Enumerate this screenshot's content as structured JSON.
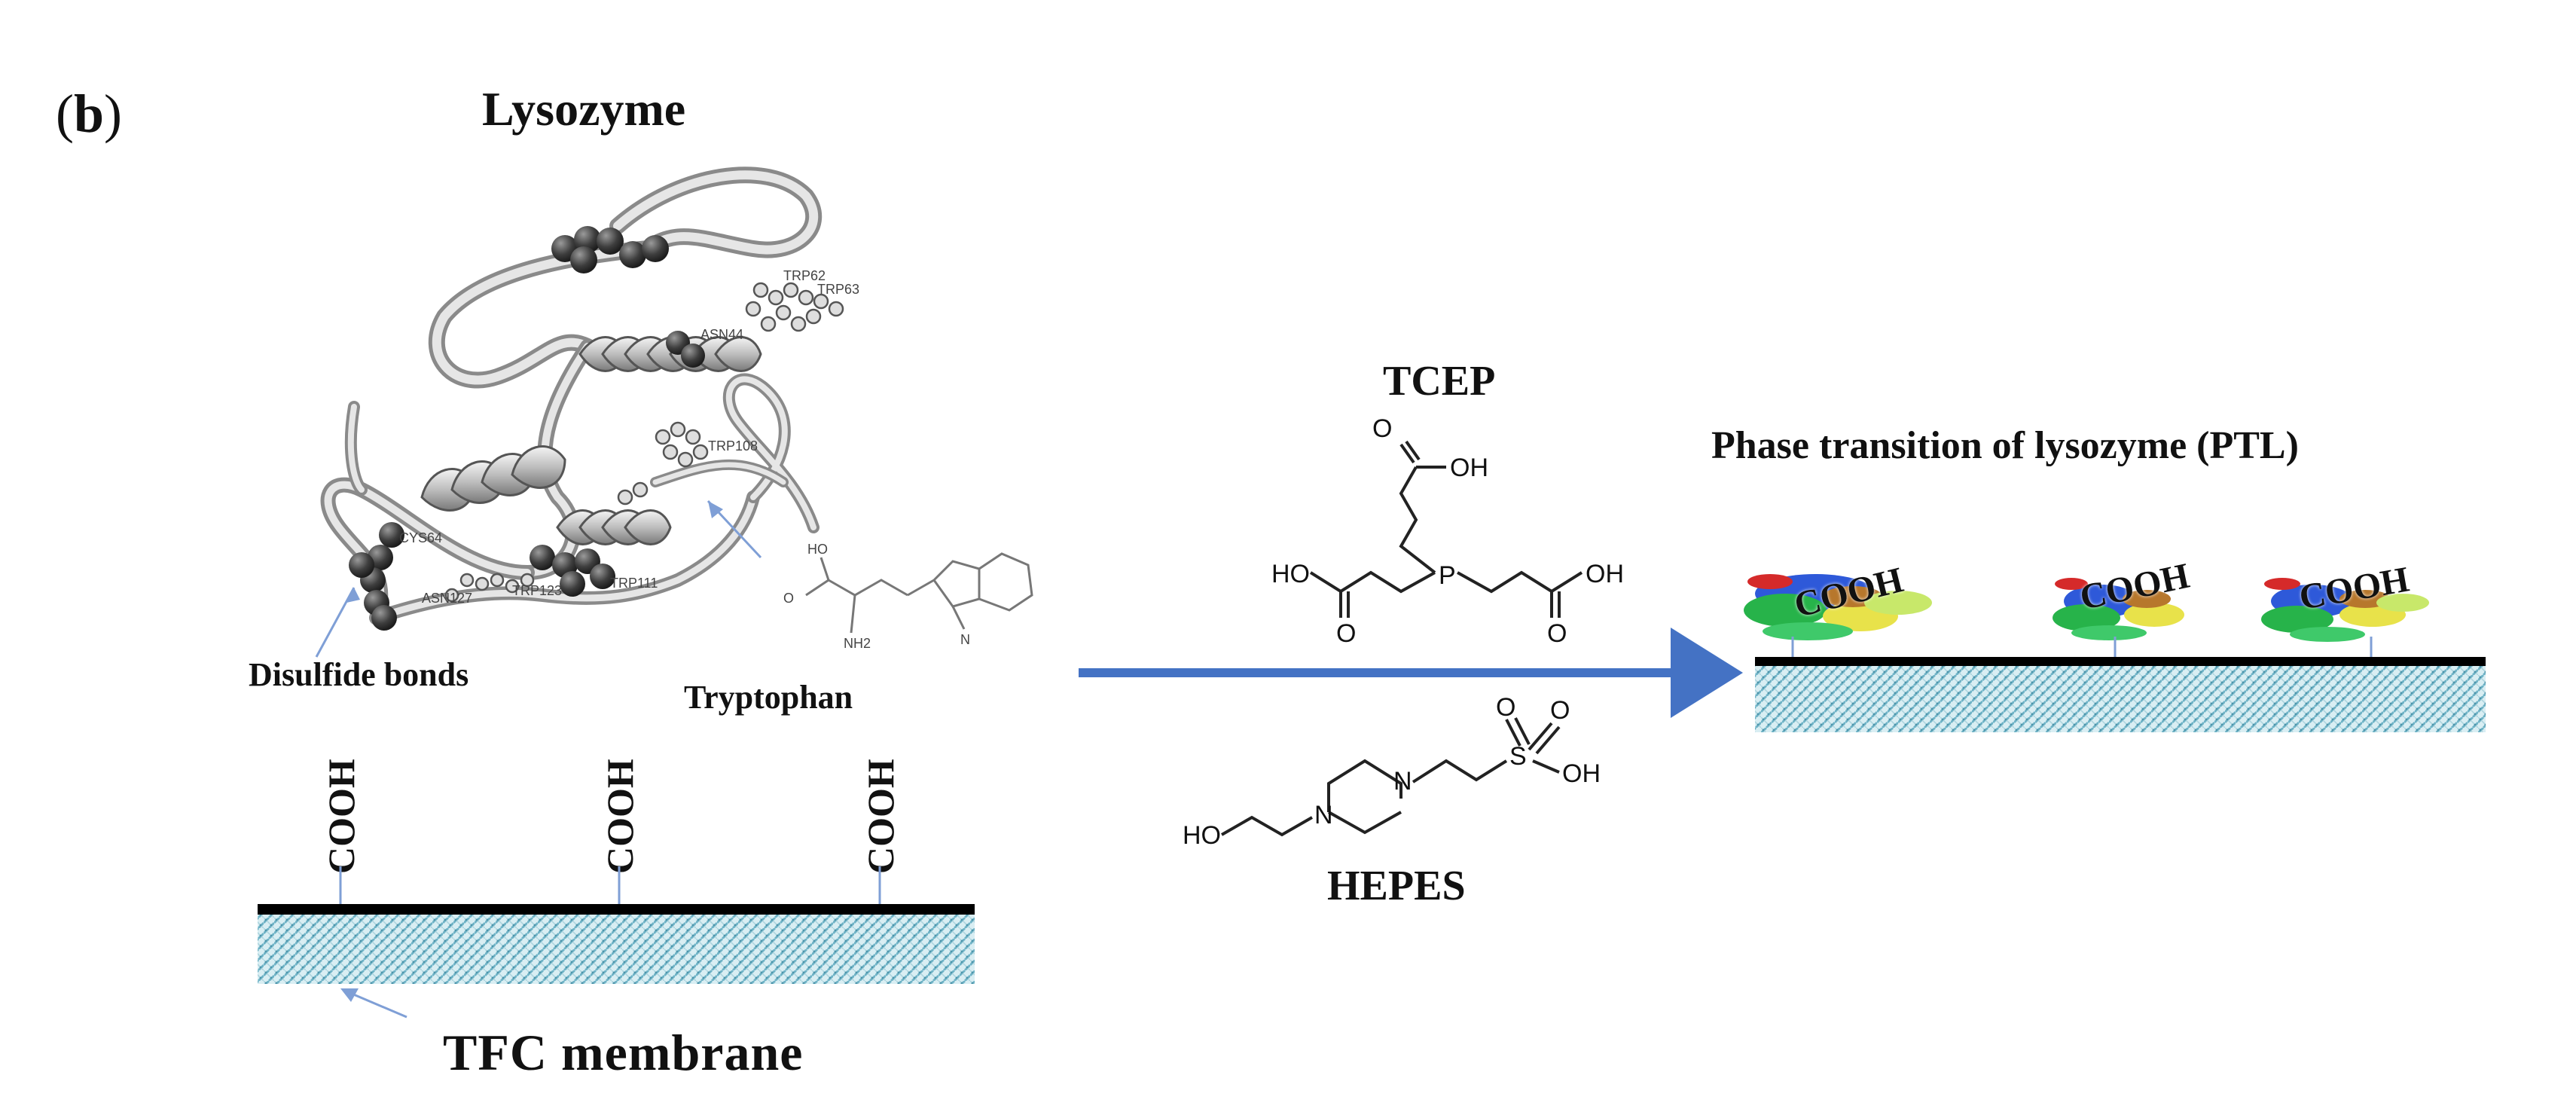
{
  "panel_label": {
    "open": "(",
    "letter": "b",
    "close": ")"
  },
  "lysozyme": {
    "title": "Lysozyme",
    "residue_labels": [
      "TRP62",
      "TRP63",
      "ASN44",
      "TRP108",
      "TRP123",
      "TRP111",
      "CYS64",
      "ASN127"
    ],
    "disulfide_label": "Disulfide bonds",
    "tryptophan_label": "Tryptophan"
  },
  "membrane": {
    "label": "TFC membrane",
    "group_labels": [
      "COOH",
      "COOH",
      "COOH"
    ],
    "color_top": "#000000",
    "pattern_color": "#8fc7d6"
  },
  "reagents": {
    "tcep": {
      "name": "TCEP",
      "atoms": [
        "OH",
        "HO",
        "OH",
        "P",
        "O",
        "O",
        "O"
      ]
    },
    "hepes": {
      "name": "HEPES",
      "atoms": [
        "HO",
        "N",
        "N",
        "S",
        "O",
        "O",
        "OH"
      ]
    },
    "arrow_color": "#4472c4"
  },
  "product": {
    "title": "Phase transition of lysozyme (PTL)",
    "group_labels": [
      "COOH",
      "COOH",
      "COOH"
    ]
  }
}
